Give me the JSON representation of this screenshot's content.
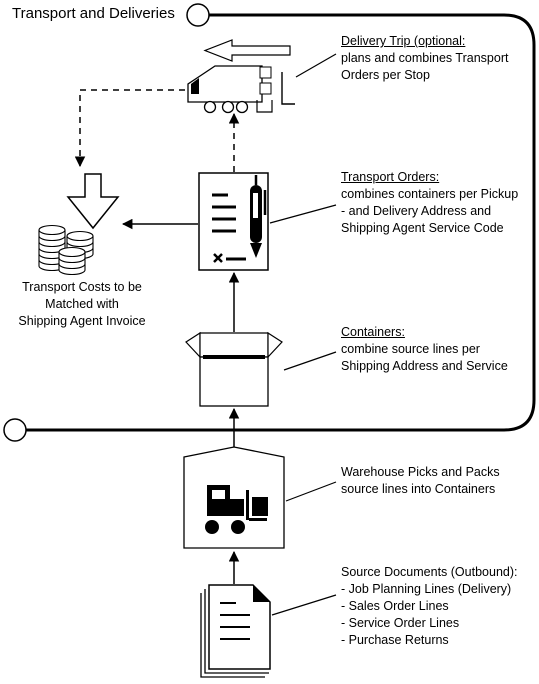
{
  "title": "Transport and Deliveries",
  "descriptions": {
    "delivery_trip": {
      "heading": "Delivery Trip (optional:",
      "lines": [
        "plans and combines Transport",
        "Orders per Stop"
      ]
    },
    "transport_orders": {
      "heading": "Transport Orders:",
      "lines": [
        "combines containers per Pickup",
        "- and Delivery Address and",
        "Shipping Agent Service Code"
      ]
    },
    "containers": {
      "heading": "Containers:",
      "lines": [
        "combine source lines per",
        "Shipping Address and Service"
      ]
    },
    "warehouse": {
      "lines": [
        "Warehouse Picks and Packs",
        "source lines into Containers"
      ]
    },
    "source_documents": {
      "lines": [
        "Source Documents (Outbound):",
        "- Job Planning Lines (Delivery)",
        "- Sales Order Lines",
        "- Service Order Lines",
        "- Purchase Returns"
      ]
    }
  },
  "transport_costs": {
    "lines": [
      "Transport Costs to be",
      "Matched with",
      "Shipping Agent Invoice"
    ]
  },
  "icons": [
    "truck-icon",
    "document-icon",
    "box-icon",
    "forklift-icon",
    "coins-icon",
    "down-arrow-icon",
    "documents-stack-icon"
  ]
}
